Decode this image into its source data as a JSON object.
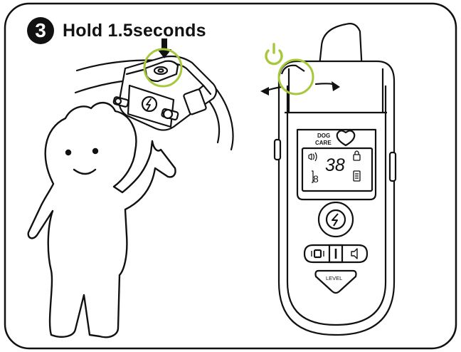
{
  "step": {
    "number": "3",
    "instruction": "Hold 1.5seconds"
  },
  "remote": {
    "brand_top": "DOG",
    "brand_bottom": "CARE",
    "lcd_level": "38",
    "lcd_channel": "8",
    "level_button_label": "LEVEL"
  },
  "colors": {
    "highlight": "#a6c83a",
    "stroke": "#111111"
  },
  "icons": {
    "power": "power-icon",
    "shock": "lightning-icon",
    "vibrate": "vibrate-icon",
    "sound": "speaker-icon",
    "lock": "lock-icon",
    "battery": "battery-icon"
  }
}
